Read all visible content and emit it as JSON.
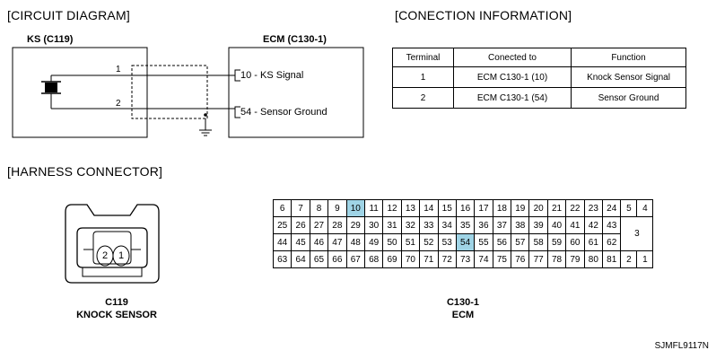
{
  "titles": {
    "circuit": "[CIRCUIT DIAGRAM]",
    "connection": "[CONECTION INFORMATION]",
    "harness": "[HARNESS CONNECTOR]"
  },
  "circuit": {
    "ks_label": "KS (C119)",
    "ecm_label": "ECM (C130-1)",
    "wire1": "1",
    "wire2": "2",
    "pin10": "10 - KS Signal",
    "pin54": "54 - Sensor Ground"
  },
  "connection_table": {
    "headers": [
      "Terminal",
      "Conected to",
      "Function"
    ],
    "rows": [
      [
        "1",
        "ECM C130-1 (10)",
        "Knock Sensor Signal"
      ],
      [
        "2",
        "ECM C130-1 (54)",
        "Sensor Ground"
      ]
    ]
  },
  "harness": {
    "c119_pin2": "2",
    "c119_pin1": "1",
    "c119_name": "C119",
    "c119_desc": "KNOCK SENSOR",
    "ecm_name": "C130-1",
    "ecm_desc": "ECM",
    "ecm_rows": [
      [
        "6",
        "7",
        "8",
        "9",
        "10",
        "11",
        "12",
        "13",
        "14",
        "15",
        "16",
        "17",
        "18",
        "19",
        "20",
        "21",
        "22",
        "23",
        "24"
      ],
      [
        "25",
        "26",
        "27",
        "28",
        "29",
        "30",
        "31",
        "32",
        "33",
        "34",
        "35",
        "36",
        "37",
        "38",
        "39",
        "40",
        "41",
        "42",
        "43"
      ],
      [
        "44",
        "45",
        "46",
        "47",
        "48",
        "49",
        "50",
        "51",
        "52",
        "53",
        "54",
        "55",
        "56",
        "57",
        "58",
        "59",
        "60",
        "61",
        "62"
      ],
      [
        "63",
        "64",
        "65",
        "66",
        "67",
        "68",
        "69",
        "70",
        "71",
        "72",
        "73",
        "74",
        "75",
        "76",
        "77",
        "78",
        "79",
        "80",
        "81"
      ]
    ],
    "ecm_right": {
      "r1a": "5",
      "r1b": "4",
      "mid": "3",
      "r4a": "2",
      "r4b": "1"
    },
    "highlight_color": "#9fd4e6"
  },
  "figure_code": "SJMFL9117N"
}
